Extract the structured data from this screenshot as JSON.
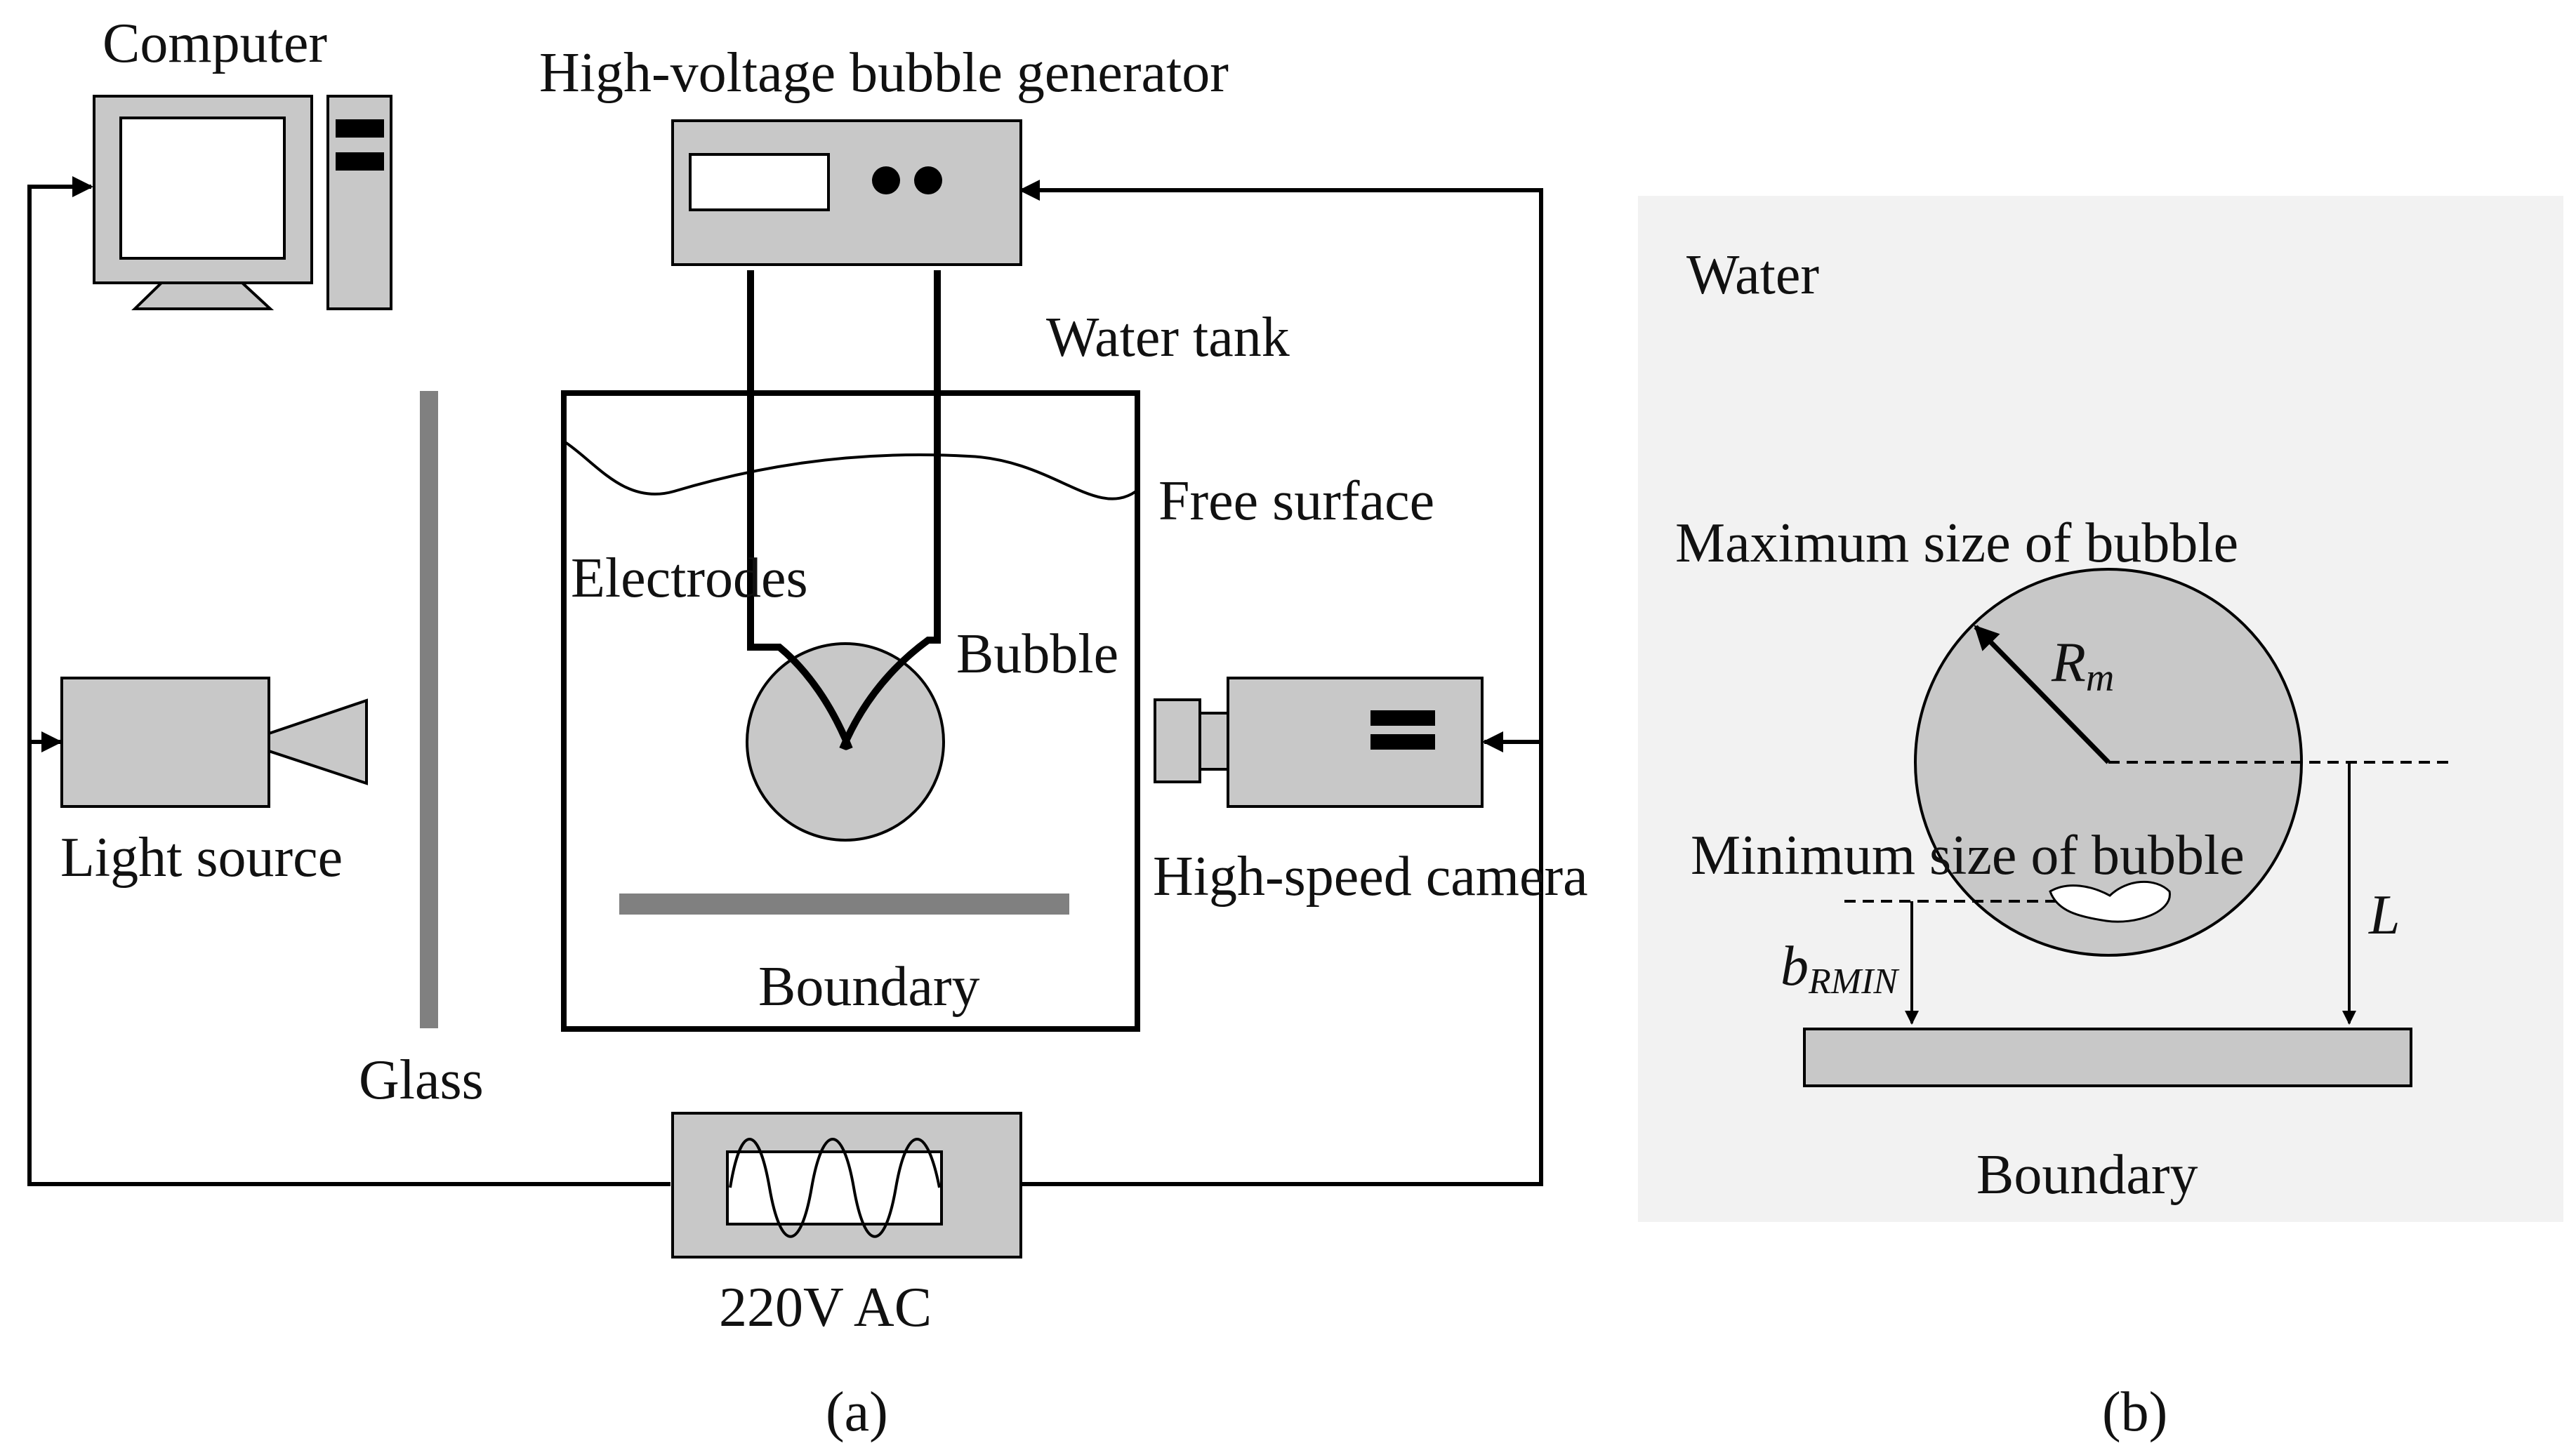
{
  "panel_a": {
    "caption": "(a)",
    "labels": {
      "computer": "Computer",
      "generator": "High-voltage bubble generator",
      "water_tank": "Water tank",
      "free_surface": "Free surface",
      "electrodes": "Electrodes",
      "bubble": "Bubble",
      "light_source": "Light source",
      "high_speed_camera": "High-speed camera",
      "boundary": "Boundary",
      "glass": "Glass",
      "power": "220V AC"
    }
  },
  "panel_b": {
    "caption": "(b)",
    "labels": {
      "water": "Water",
      "max_size": "Maximum size of bubble",
      "min_size": "Minimum size of bubble",
      "rm_main": "R",
      "rm_sub": "m",
      "l_label": "L",
      "b_main": "b",
      "b_sub": "RMIN",
      "boundary": "Boundary"
    }
  },
  "colors": {
    "device_fill": "#c8c8c8",
    "panel_b_bg": "#f2f2f2",
    "glass": "#808080",
    "line": "#000000"
  }
}
